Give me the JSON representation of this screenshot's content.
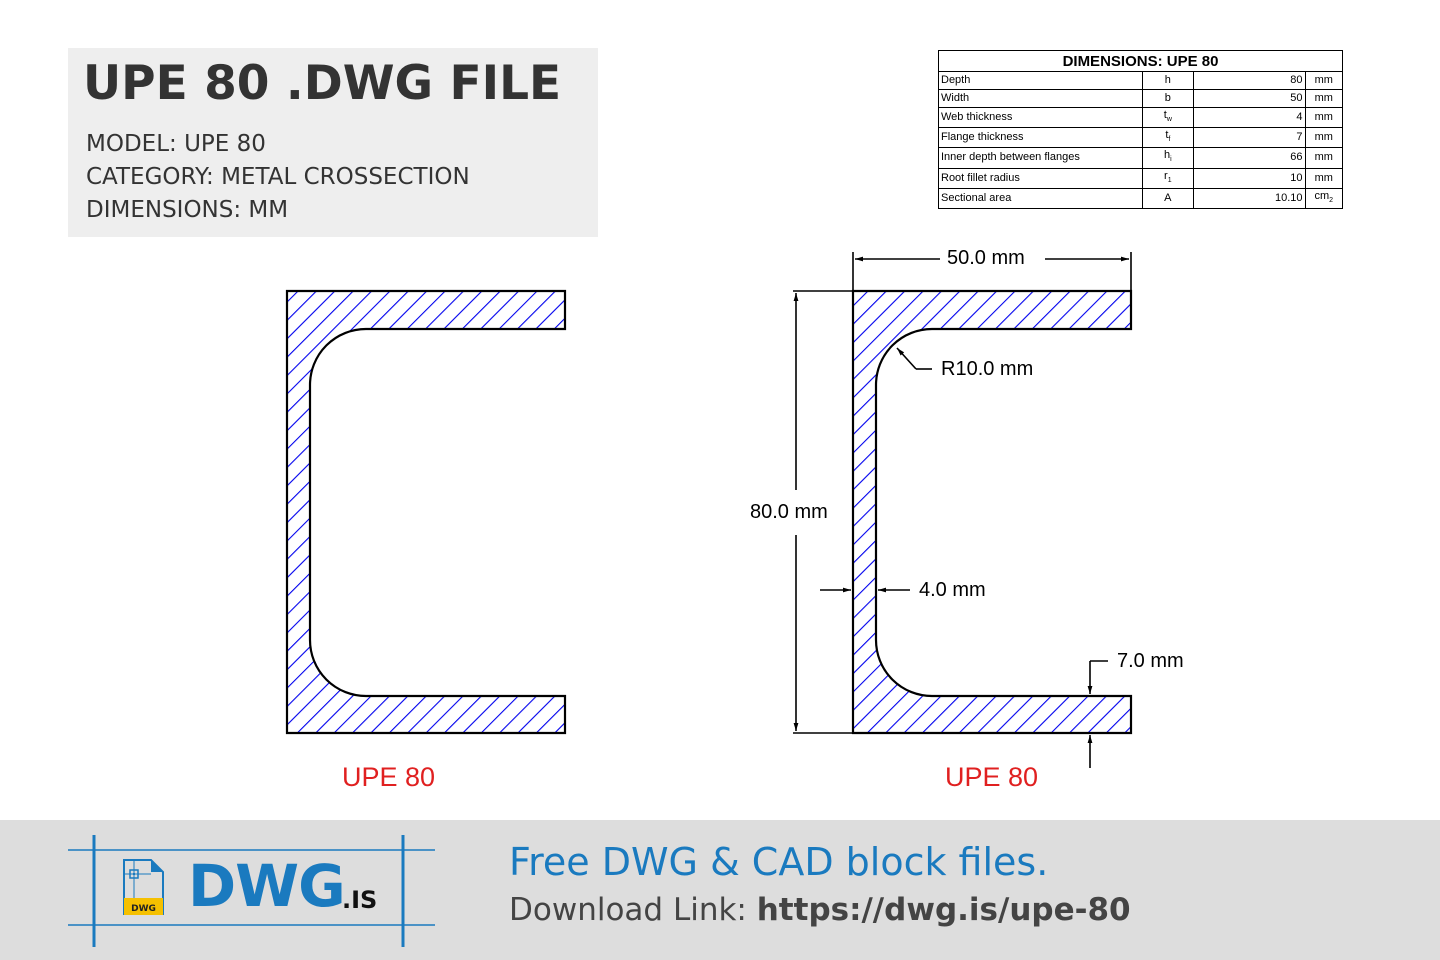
{
  "header": {
    "title": "UPE 80 .DWG FILE",
    "model_line": "MODEL:  UPE 80",
    "category_line": "CATEGORY:  METAL CROSSECTION",
    "dimensions_line": "DIMENSIONS:  MM"
  },
  "dimensions_table": {
    "title": "DIMENSIONS: UPE 80",
    "rows": [
      {
        "name": "Depth",
        "symbol": "h",
        "sub": "",
        "value": "80",
        "unit": "mm",
        "unit_sup": ""
      },
      {
        "name": "Width",
        "symbol": "b",
        "sub": "",
        "value": "50",
        "unit": "mm",
        "unit_sup": ""
      },
      {
        "name": "Web thickness",
        "symbol": "t",
        "sub": "w",
        "value": "4",
        "unit": "mm",
        "unit_sup": ""
      },
      {
        "name": "Flange thickness",
        "symbol": "t",
        "sub": "f",
        "value": "7",
        "unit": "mm",
        "unit_sup": ""
      },
      {
        "name": "Inner depth between flanges",
        "symbol": "h",
        "sub": "i",
        "value": "66",
        "unit": "mm",
        "unit_sup": ""
      },
      {
        "name": "Root fillet radius",
        "symbol": "r",
        "sub": "1",
        "value": "10",
        "unit": "mm",
        "unit_sup": ""
      },
      {
        "name": "Sectional area",
        "symbol": "A",
        "sub": "",
        "value": "10.10",
        "unit": "cm",
        "unit_sup": "2"
      }
    ]
  },
  "drawings": {
    "left_label": "UPE 80",
    "right_label": "UPE 80",
    "dim_width": "50.0 mm",
    "dim_height": "80.0 mm",
    "dim_radius": "R10.0 mm",
    "dim_web": "4.0 mm",
    "dim_flange": "7.0 mm",
    "colors": {
      "hatch": "#0000ee",
      "outline": "#000000",
      "label": "#e02020"
    }
  },
  "footer": {
    "logo_main": "DWG",
    "logo_suffix": ".IS",
    "logo_badge": "DWG",
    "tagline": "Free DWG & CAD block files.",
    "download_label": "Download Link: ",
    "download_url": "https://dwg.is/upe-80",
    "colors": {
      "brand_blue": "#1a7abf",
      "badge_yellow": "#f5c000",
      "background": "#dddddd"
    }
  }
}
